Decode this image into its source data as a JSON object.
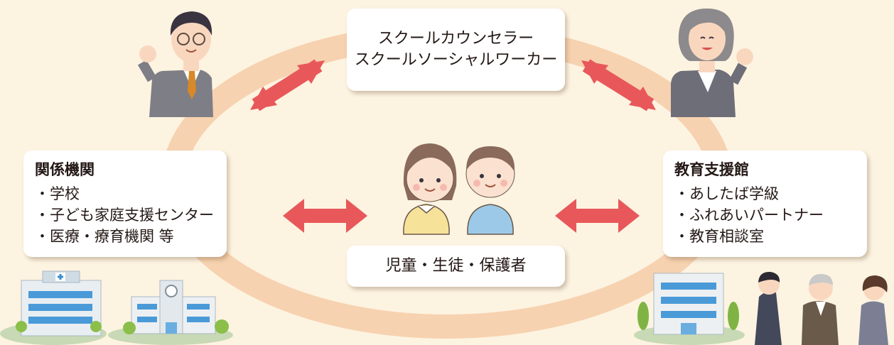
{
  "top_box": {
    "line1": "スクールカウンセラー",
    "line2": "スクールソーシャルワーカー"
  },
  "left_box": {
    "title": "関係機関",
    "items": [
      "学校",
      "子ども家庭支援センター",
      "医療・療育機関 等"
    ]
  },
  "right_box": {
    "title": "教育支援館",
    "items": [
      "あしたば学級",
      "ふれあいパートナー",
      "教育相談室"
    ]
  },
  "center_box": {
    "label": "児童・生徒・保護者"
  },
  "colors": {
    "background": "#fdf3e1",
    "ring": "#f7d2b0",
    "arrow": "#e8585a",
    "box": "#ffffff"
  },
  "icons": [
    "male-teacher-icon",
    "female-counselor-icon",
    "children-icon",
    "hospital-icon",
    "school-building-icon",
    "education-center-building-icon",
    "consulting-people-icon"
  ]
}
